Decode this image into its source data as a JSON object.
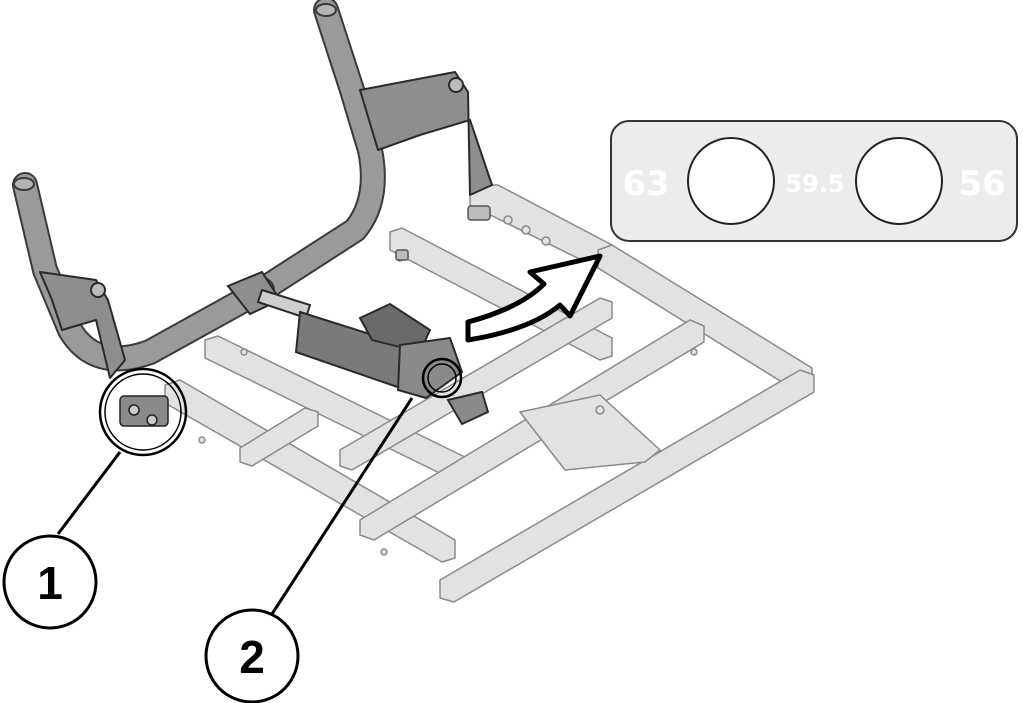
{
  "callouts": [
    {
      "number": "1"
    },
    {
      "number": "2"
    }
  ],
  "adjustment_plate": {
    "left_label": "63",
    "center_label": "59.5",
    "right_label": "56"
  },
  "colors": {
    "frame_fill": "#e2e2e2",
    "frame_stroke": "#8a8a8a",
    "backrest_fill": "#9a9a9a",
    "backrest_stroke": "#3a3a3a",
    "actuator_fill": "#7a7a7a",
    "plate_fill": "#ececec",
    "plate_stroke": "#333333",
    "line": "#000000"
  }
}
